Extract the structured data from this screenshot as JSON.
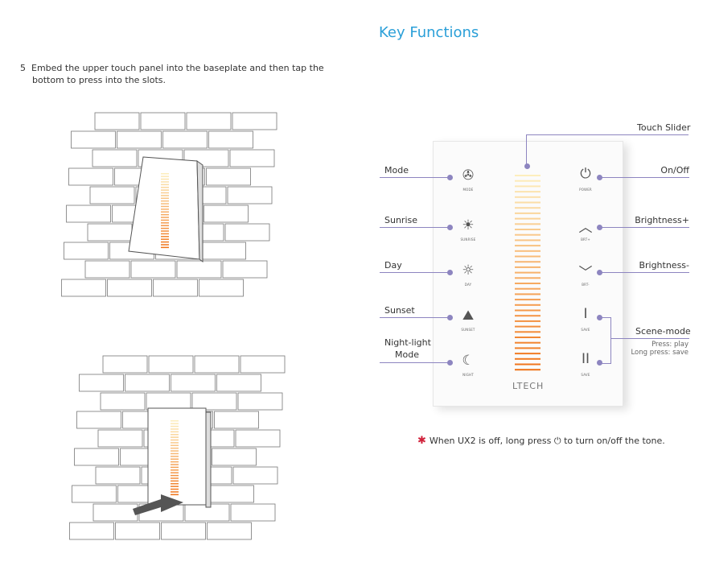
{
  "title": "Key Functions",
  "step": {
    "number": "5",
    "line1": "Embed the upper touch panel into the baseplate and then tap the",
    "line2": "bottom to press into the slots."
  },
  "panel": {
    "brand": "LTECH",
    "left_buttons": [
      {
        "label": "Mode",
        "caption": "MODE",
        "icon": "mode-icon"
      },
      {
        "label": "Sunrise",
        "caption": "SUNRISE",
        "icon": "sunrise-icon"
      },
      {
        "label": "Day",
        "caption": "DAY",
        "icon": "day-icon"
      },
      {
        "label": "Sunset",
        "caption": "SUNSET",
        "icon": "sunset-icon"
      },
      {
        "label": "Night-light",
        "label2": "Mode",
        "caption": "NIGHT",
        "icon": "night-icon"
      }
    ],
    "right_buttons": [
      {
        "label": "On/Off",
        "caption": "POWER",
        "icon": "power-icon"
      },
      {
        "label": "Brightness+",
        "caption": "BRT+",
        "icon": "chevron-up-icon"
      },
      {
        "label": "Brightness-",
        "caption": "BRT-",
        "icon": "chevron-down-icon"
      },
      {
        "caption": "SAVE",
        "icon": "scene-1-icon"
      },
      {
        "caption": "SAVE",
        "icon": "scene-2-icon"
      }
    ],
    "slider_label": "Touch Slider",
    "scene": {
      "label": "Scene-mode",
      "press": "Press: play",
      "long_press": "Long press: save"
    },
    "colors": {
      "slider_top": "#fdeebd",
      "slider_bottom": "#f07318",
      "callout": "#8d85c0"
    }
  },
  "note": {
    "before": "When UX2 is off, long press",
    "after": "to turn on/off the tone."
  }
}
